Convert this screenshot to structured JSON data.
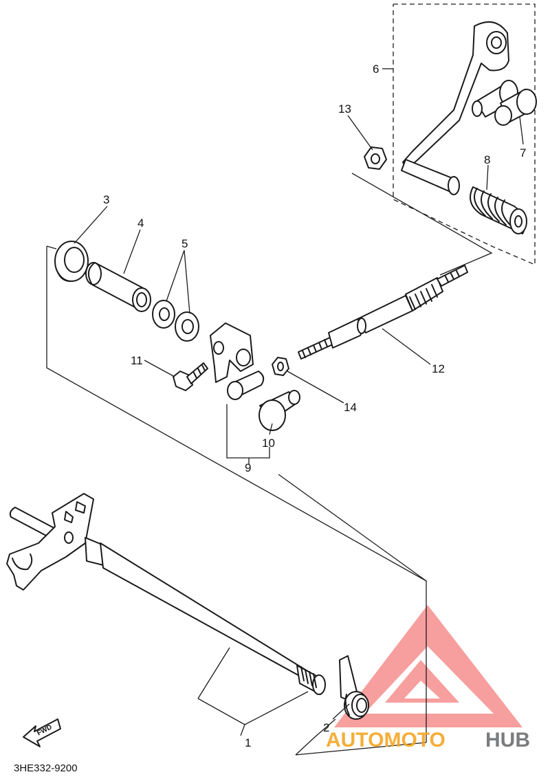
{
  "diagram": {
    "part_code": "3HE332-9200",
    "fwd_label": "FWD",
    "callouts": [
      {
        "id": "c1",
        "label": "1"
      },
      {
        "id": "c2",
        "label": "2"
      },
      {
        "id": "c3",
        "label": "3"
      },
      {
        "id": "c4",
        "label": "4"
      },
      {
        "id": "c5",
        "label": "5"
      },
      {
        "id": "c6",
        "label": "6"
      },
      {
        "id": "c7",
        "label": "7"
      },
      {
        "id": "c8",
        "label": "8"
      },
      {
        "id": "c9",
        "label": "9"
      },
      {
        "id": "c10",
        "label": "10"
      },
      {
        "id": "c11",
        "label": "11"
      },
      {
        "id": "c12",
        "label": "12"
      },
      {
        "id": "c13",
        "label": "13"
      },
      {
        "id": "c14",
        "label": "14"
      }
    ]
  },
  "watermark": {
    "word_main": "AUTOMOTO",
    "word_accent": "HUB",
    "main_color": "#f5a623",
    "accent_color": "#6d6e71",
    "logo_color": "#f0524f"
  }
}
